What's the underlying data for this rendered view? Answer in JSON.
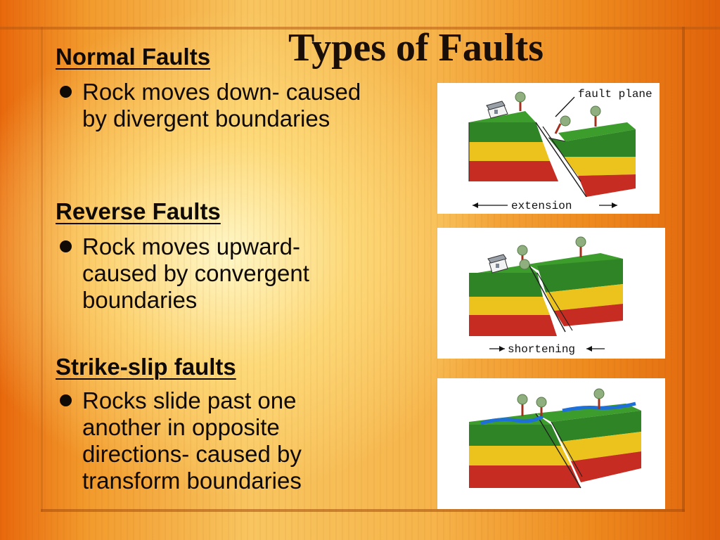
{
  "slide": {
    "title": "Types of Faults",
    "sections": [
      {
        "heading": "Normal Faults",
        "bullet": "Rock moves down- caused by divergent boundaries"
      },
      {
        "heading": "Reverse Faults",
        "bullet": "Rock moves upward- caused by convergent boundaries"
      },
      {
        "heading": "Strike-slip faults",
        "bullet": "Rocks slide past one another in opposite directions- caused by transform boundaries"
      }
    ],
    "diagrams": [
      {
        "name": "normal-fault-diagram",
        "labels": {
          "fault_plane": "fault plane",
          "extension": "extension"
        }
      },
      {
        "name": "reverse-fault-diagram",
        "labels": {
          "shortening": "shortening"
        }
      },
      {
        "name": "strike-slip-fault-diagram"
      }
    ]
  },
  "colors": {
    "grass_top": "#3c9c2c",
    "grass_side": "#2f8526",
    "yellow": "#ecc21c",
    "red": "#c62c22",
    "water": "#1e6fd8",
    "trunk": "#a2301c"
  }
}
